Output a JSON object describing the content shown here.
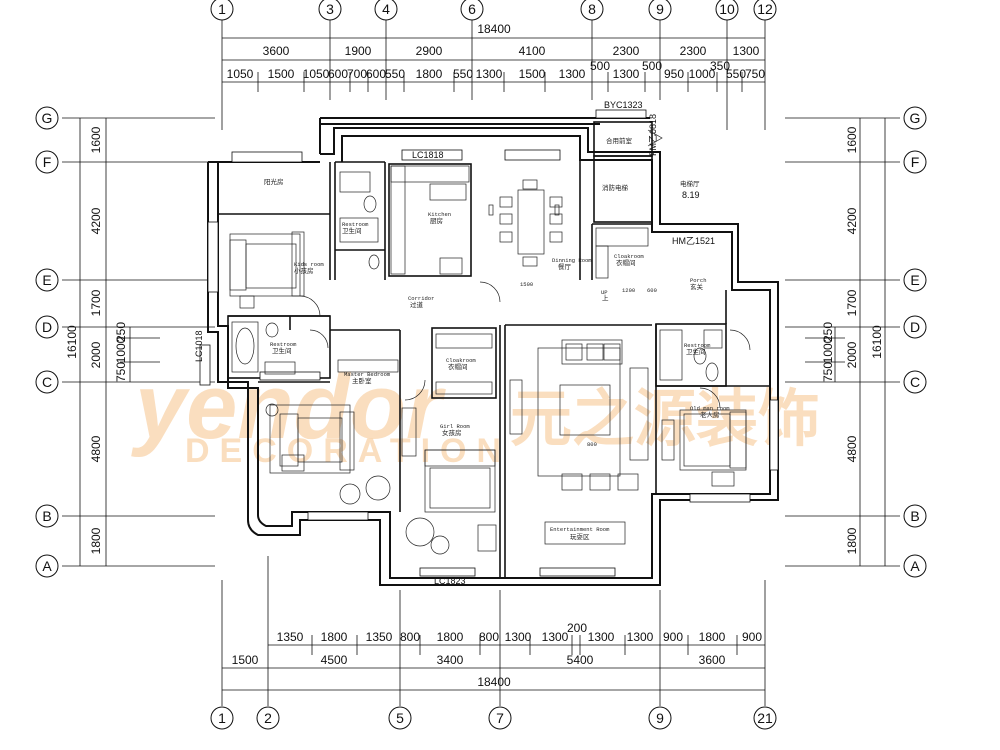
{
  "grid_top": [
    "1",
    "3",
    "4",
    "6",
    "8",
    "9",
    "10",
    "12"
  ],
  "grid_bottom": [
    "1",
    "2",
    "5",
    "7",
    "9",
    "21"
  ],
  "grid_rows": [
    "G",
    "F",
    "E",
    "D",
    "C",
    "B",
    "A"
  ],
  "dims_top_total": "18400",
  "dims_top_row1": [
    "3600",
    "1900",
    "2900",
    "4100",
    "2300",
    "2300",
    "1300"
  ],
  "dims_top_row2": [
    "1050",
    "1500",
    "1050",
    "600",
    "700",
    "600",
    "550",
    "1800",
    "550",
    "1300",
    "1500",
    "1300",
    "500",
    "1300",
    "500",
    "950",
    "1000",
    "350",
    "550",
    "750"
  ],
  "dims_bottom_row1": [
    "1350",
    "1800",
    "1350",
    "800",
    "1800",
    "800",
    "1300",
    "1300",
    "200",
    "1300",
    "1300",
    "900",
    "1800",
    "900"
  ],
  "dims_bottom_row2": [
    "1500",
    "4500",
    "3400",
    "5400",
    "3600"
  ],
  "dims_bottom_total": "18400",
  "dims_left": [
    "1600",
    "4200",
    "1700",
    "2000",
    "4800",
    "1800"
  ],
  "dims_left_small": [
    "250",
    "1000",
    "750"
  ],
  "dims_left_total": "16100",
  "dims_right": [
    "1600",
    "4200",
    "1700",
    "2000",
    "4800",
    "1800"
  ],
  "dims_right_small": [
    "250",
    "1000",
    "750"
  ],
  "dims_right_total": "16100",
  "labels": {
    "byc": "BYC1323",
    "lc1818": "LC1818",
    "lc1018": "LC1018",
    "lc1823": "LC1823",
    "fm": "FM乙0818",
    "hm": "HM乙1521",
    "elev_level": "8.19",
    "elev_title": "电梯厅",
    "elevator_a": "合用前室",
    "elevator_b": "消防电梯",
    "up": "UP",
    "up_cn": "上",
    "dim_1500": "1500",
    "dim_800": "800",
    "dim_1200": "1200",
    "dim_600": "600"
  },
  "rooms": {
    "sunroom_cn": "阳光房",
    "kids_en": "Kids room",
    "kids_cn": "小孩房",
    "restroom1_en": "Restroom",
    "restroom1_cn": "卫生间",
    "kitchen_en": "Kitchen",
    "kitchen_cn": "厨房",
    "dining_en": "Dinning Room",
    "dining_cn": "餐厅",
    "cloak1_en": "Cloakroom",
    "cloak1_cn": "衣帽间",
    "porch_en": "Porch",
    "porch_cn": "玄关",
    "corridor_en": "Corridor",
    "corridor_cn": "过道",
    "restroom2_en": "Restroom",
    "restroom2_cn": "卫生间",
    "master_en": "Master Bedroom",
    "master_cn": "主卧室",
    "cloak2_en": "Cloakroom",
    "cloak2_cn": "衣帽间",
    "girl_en": "Girl Room",
    "girl_cn": "女孩房",
    "ent_en": "Entertainment Room",
    "ent_cn": "玩耍区",
    "restroom3_en": "Restroom",
    "restroom3_cn": "卫生间",
    "elder_en": "Old man room",
    "elder_cn": "老人房"
  },
  "watermark": {
    "brand": "yendor",
    "sub": "DECORATION",
    "cn": "元之源装饰"
  }
}
